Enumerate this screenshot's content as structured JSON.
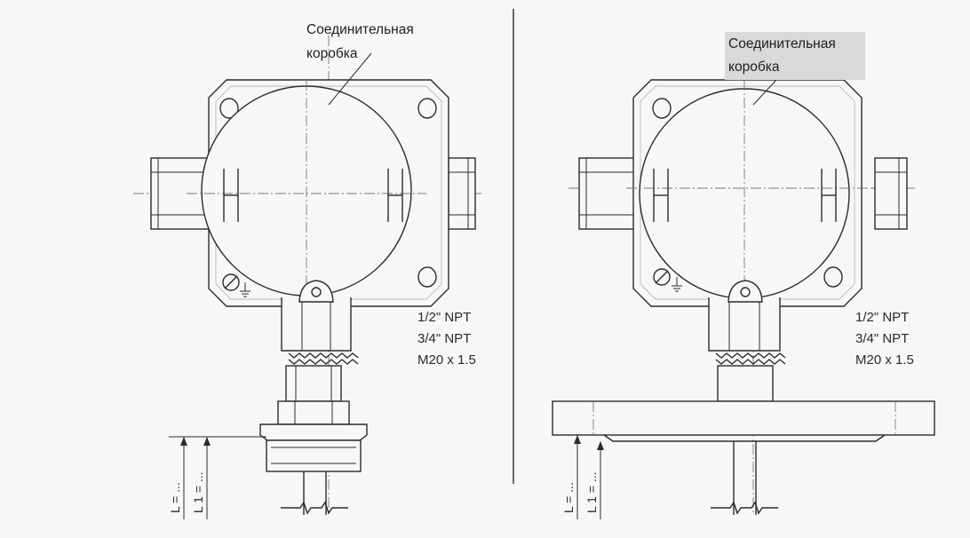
{
  "figure": {
    "left": {
      "label_line1": "Соединительная",
      "label_line2": "коробка",
      "threads": [
        "1/2\" NPT",
        "3/4\" NPT",
        "M20 x 1.5"
      ],
      "dim_L": "L = ...",
      "dim_L1": "L 1 = ..."
    },
    "right": {
      "label_line1": "Соединительная",
      "label_line2": "коробка",
      "threads": [
        "1/2\" NPT",
        "3/4\" NPT",
        "M20 x 1.5"
      ],
      "dim_L": "L = ...",
      "dim_L1": "L 1 = ..."
    }
  },
  "colors": {
    "line": "#2b2b2b",
    "background": "#f7f7f7",
    "label_box": "#d9d9d9"
  }
}
